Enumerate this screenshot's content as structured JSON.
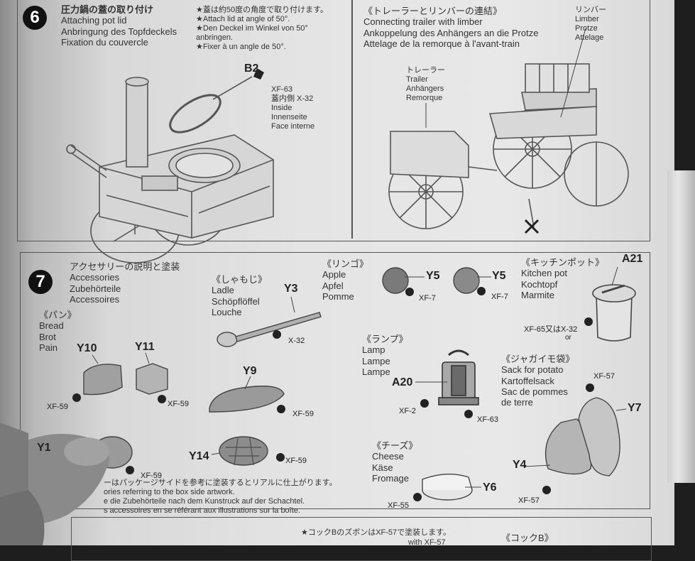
{
  "step6": {
    "number": "6",
    "title": {
      "jp": "圧力鍋の蓋の取り付け",
      "en": "Attaching pot lid",
      "de": "Anbringung des Topfdeckels",
      "fr": "Fixation du couvercle"
    },
    "note": {
      "jp": "★蓋は約50度の角度で取り付けます。",
      "en": "★Attach lid at angle of 50°.",
      "de1": "★Den Deckel im Winkel von 50°",
      "de2": "anbringen.",
      "fr": "★Fixer à un angle de 50°."
    },
    "part_b2": {
      "code": "B2",
      "paint": "XF-63",
      "inside_jp": "蓋内側  X-32",
      "inside_en": "Inside",
      "inside_de": "Innenseite",
      "inside_fr": "Face interne"
    },
    "connect": {
      "title_jp": "《トレーラーとリンバーの連結》",
      "title_en": "Connecting trailer with limber",
      "title_de": "Ankoppelung des Anhängers an die Protze",
      "title_fr": "Attelage de la remorque à l'avant-train",
      "trailer": [
        "トレーラー",
        "Trailer",
        "Anhängers",
        "Remorque"
      ],
      "limber": [
        "リンバー",
        "Limber",
        "Protze",
        "Attelage"
      ]
    }
  },
  "step7": {
    "number": "7",
    "title": {
      "jp": "アクセサリーの説明と塗装",
      "en": "Accessories",
      "de": "Zubehörteile",
      "fr": "Accessoires"
    },
    "bread": {
      "labels": [
        "《パン》",
        "Bread",
        "Brot",
        "Pain"
      ],
      "y10": "Y10",
      "y11": "Y11",
      "y9": "Y9",
      "y14": "Y14",
      "y1x": "Y1",
      "paint": "XF-59"
    },
    "ladle": {
      "labels": [
        "《しゃもじ》",
        "Ladle",
        "Schöpflöffel",
        "Louche"
      ],
      "code": "Y3",
      "paint": "X-32"
    },
    "apple": {
      "labels": [
        "《リンゴ》",
        "Apple",
        "Apfel",
        "Pomme"
      ],
      "code": "Y5",
      "paint": "XF-7"
    },
    "kitchen_pot": {
      "labels": [
        "《キッチンポット》",
        "Kitchen pot",
        "Kochtopf",
        "Marmite"
      ],
      "code": "A21",
      "paint": "XF-65又はX-32",
      "or": "or"
    },
    "lamp": {
      "labels": [
        "《ランプ》",
        "Lamp",
        "Lampe",
        "Lampe"
      ],
      "code": "A20",
      "paint1": "XF-2",
      "paint2": "XF-63"
    },
    "sack": {
      "labels": [
        "《ジャガイモ袋》",
        "Sack for potato",
        "Kartoffelsack",
        "Sac de pommes",
        "de terre"
      ],
      "y7": "Y7",
      "y4": "Y4",
      "paint": "XF-57"
    },
    "cheese": {
      "labels": [
        "《チーズ》",
        "Cheese",
        "Käse",
        "Fromage"
      ],
      "code": "Y6",
      "paint": "XF-55"
    },
    "footnote": {
      "jp": "ーはパッケージサイドを参考に塗装するとリアルに仕上がります。",
      "en": "ories referring to the box side artwork.",
      "de": "e die Zubehörteile nach dem Kunstruck auf der Schachtel.",
      "fr": "s accessoires en se référant aux illustrations sur la boîte."
    }
  },
  "next": {
    "note": "★コックBのズボンはXF-57で塗装します。",
    "partial": "with XF-57",
    "heading": "《コックB》"
  }
}
